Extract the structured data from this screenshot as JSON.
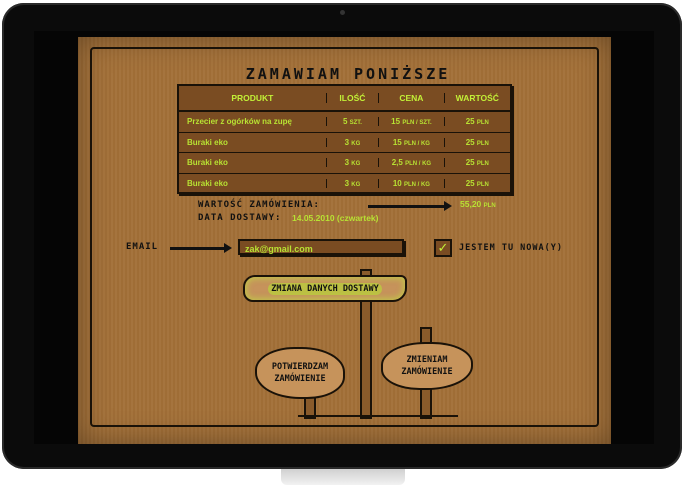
{
  "title": "ZAMAWIAM PONIŻSZE PRODUKTY:",
  "table": {
    "headers": [
      "PRODUKT",
      "ILOŚĆ",
      "CENA",
      "WARTOŚĆ"
    ],
    "rows": [
      {
        "product": "Przecier z ogórków na zupę",
        "qty": "5",
        "qty_unit": "SZT.",
        "price": "15",
        "price_unit": "PLN / SZT.",
        "value": "25",
        "value_unit": "PLN"
      },
      {
        "product": "Buraki eko",
        "qty": "3",
        "qty_unit": "KG",
        "price": "15",
        "price_unit": "PLN / KG",
        "value": "25",
        "value_unit": "PLN"
      },
      {
        "product": "Buraki eko",
        "qty": "3",
        "qty_unit": "KG",
        "price": "2,5",
        "price_unit": "PLN / KG",
        "value": "25",
        "value_unit": "PLN"
      },
      {
        "product": "Buraki eko",
        "qty": "3",
        "qty_unit": "KG",
        "price": "10",
        "price_unit": "PLN / KG",
        "value": "25",
        "value_unit": "PLN"
      }
    ]
  },
  "order": {
    "value_label": "WARTOŚĆ ZAMÓWIENIA:",
    "value": "55,20",
    "value_unit": "PLN",
    "date_label": "DATA DOSTAWY:",
    "date": "14.05.2010 (czwartek)"
  },
  "email": {
    "label": "EMAIL",
    "value": "zak@gmail.com"
  },
  "new_user": {
    "label": "JESTEM TU NOWA(Y)",
    "check": "✓"
  },
  "signs": {
    "change_data": "ZMIANA DANYCH DOSTAWY",
    "confirm_line1": "POTWIERDZAM",
    "confirm_line2": "ZAMÓWIENIE",
    "change_line1": "ZMIENIAM",
    "change_line2": "ZAMÓWIENIE"
  }
}
